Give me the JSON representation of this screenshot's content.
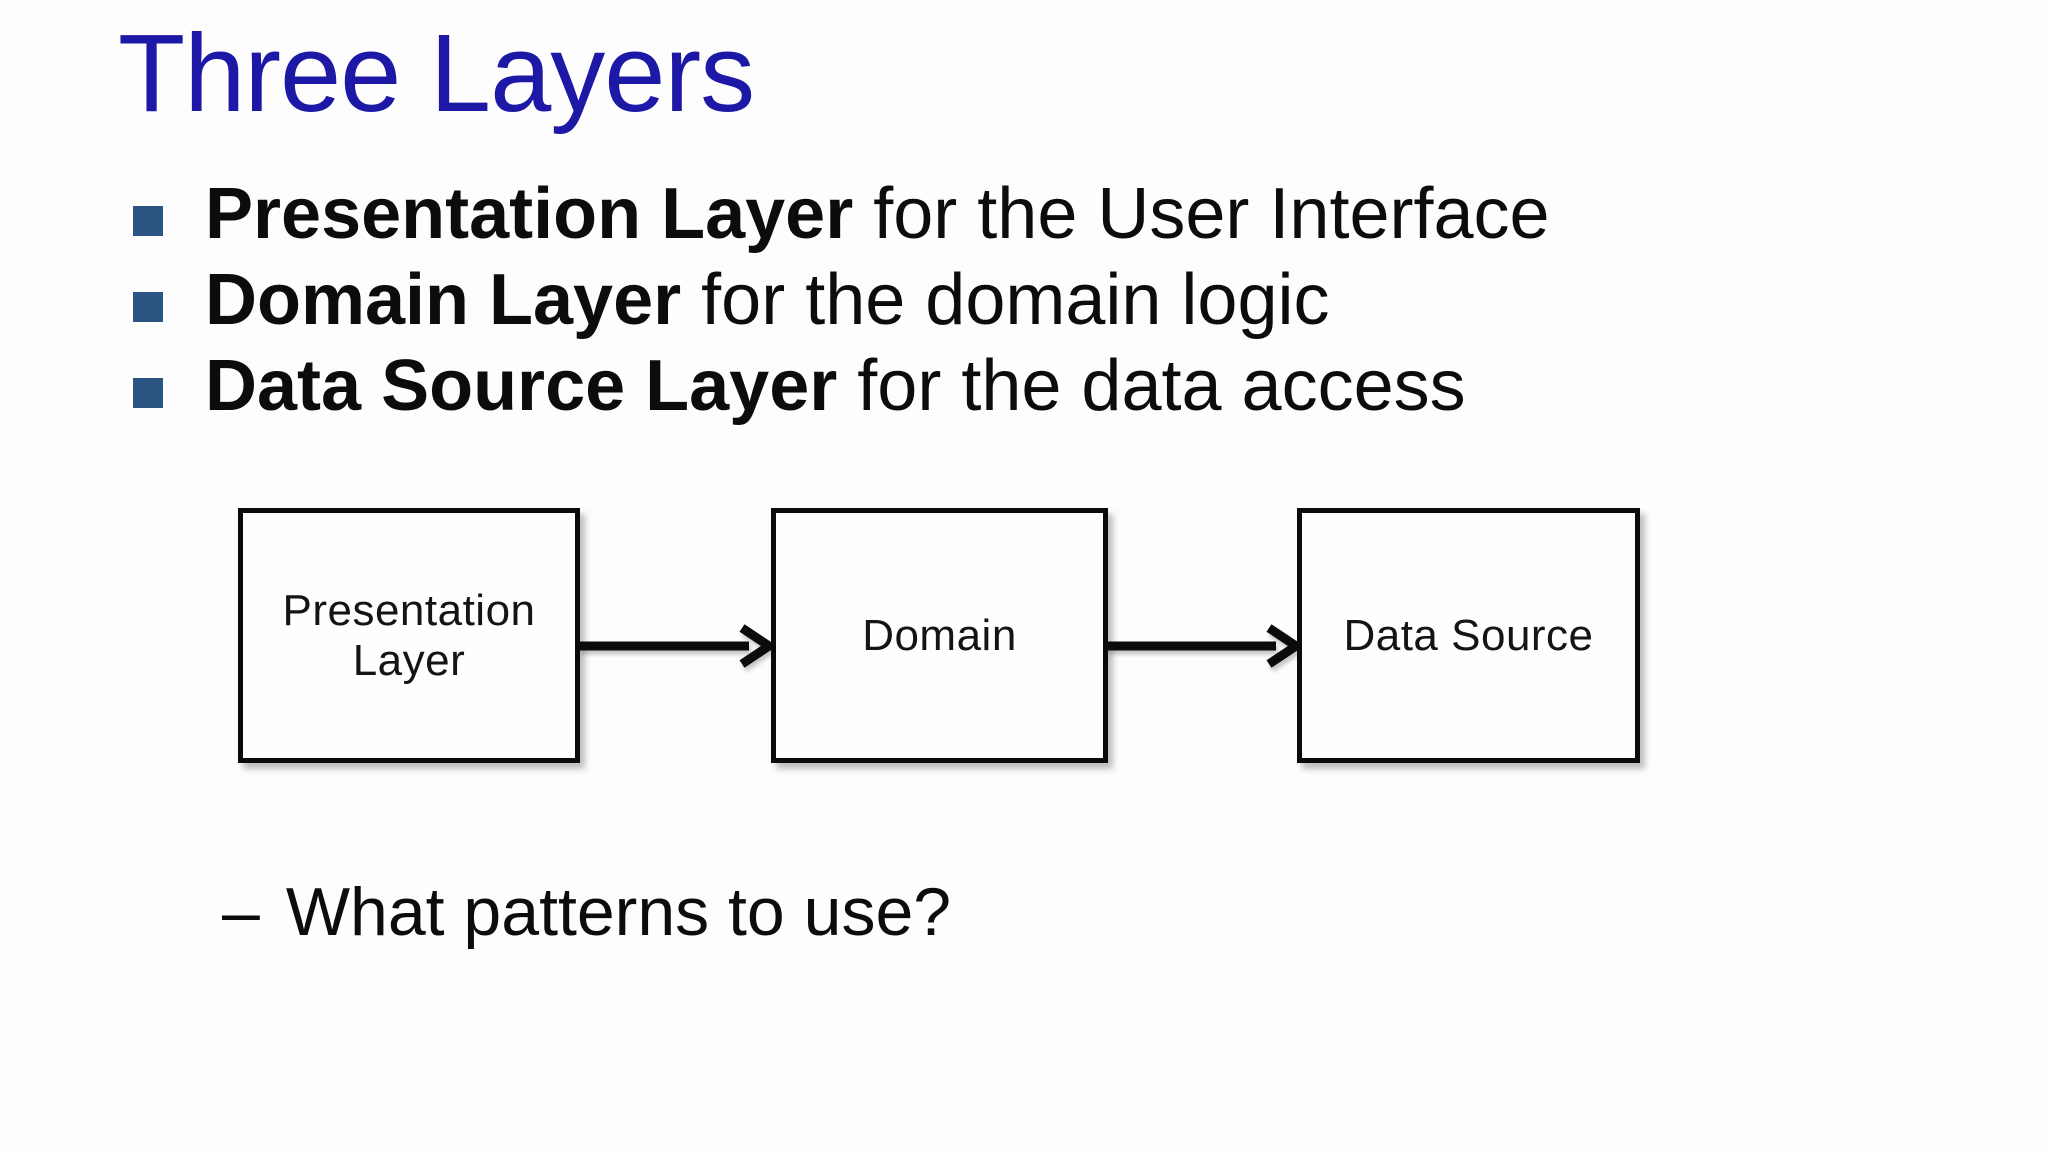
{
  "slide_title": "Three Layers",
  "bullets": [
    {
      "bold": "Presentation Layer",
      "rest": " for the User Interface"
    },
    {
      "bold": "Domain Layer",
      "rest": " for the domain logic"
    },
    {
      "bold": "Data Source Layer",
      "rest": " for the data access"
    }
  ],
  "diagram": {
    "boxes": [
      {
        "label": "Presentation Layer"
      },
      {
        "label": "Domain"
      },
      {
        "label": "Data Source"
      }
    ],
    "arrows": [
      {
        "from": "Presentation Layer",
        "to": "Domain"
      },
      {
        "from": "Domain",
        "to": "Data Source"
      }
    ]
  },
  "sub_bullet": {
    "dash": "–",
    "text": "What patterns to use?"
  },
  "colors": {
    "title": "#1D18A5",
    "bullet_marker": "#2D5584",
    "body_text": "#0C0C0C",
    "box_border": "#0B0B0B",
    "background": "#FDFDFD",
    "arrow": "#0B0B0B"
  }
}
